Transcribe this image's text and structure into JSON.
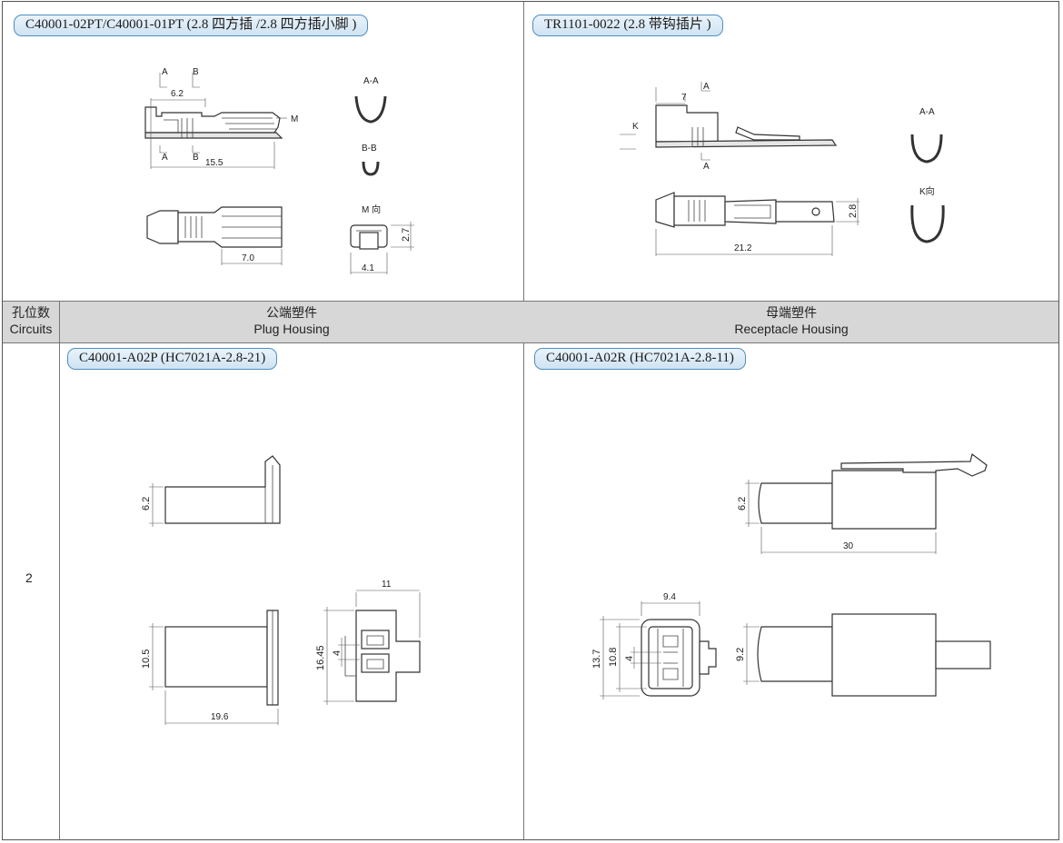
{
  "panels": {
    "top_left_title": "C40001-02PT/C40001-01PT (2.8 四方插 /2.8 四方插小脚 )",
    "top_right_title": "TR1101-0022 (2.8 带钩插片 )",
    "bottom_left_title": "C40001-A02P (HC7021A-2.8-21)",
    "bottom_right_title": "C40001-A02R (HC7021A-2.8-11)"
  },
  "header": {
    "circuits_cn": "孔位数",
    "circuits_en": "Circuits",
    "plug_cn": "公端塑件",
    "plug_en": "Plug Housing",
    "receptacle_cn": "母端塑件",
    "receptacle_en": "Receptacle Housing"
  },
  "circuits_value": "2",
  "terminal_1": {
    "section_a": "A",
    "section_b": "B",
    "dim_6_2": "6.2",
    "dim_15_5": "15.5",
    "dim_7_0": "7.0",
    "label_m": "M",
    "view_aa": "A-A",
    "view_bb": "B-B",
    "view_m": "M 向",
    "dim_2_7": "2.7",
    "dim_4_1": "4.1"
  },
  "terminal_2": {
    "section_a": "A",
    "label_k": "K",
    "dim_7": "7",
    "dim_21_2": "21.2",
    "dim_2_8": "2.8",
    "view_aa": "A-A",
    "view_k": "K向"
  },
  "plug": {
    "dim_6_2": "6.2",
    "dim_10_5": "10.5",
    "dim_19_6": "19.6",
    "dim_11": "11",
    "dim_16_45": "16.45",
    "dim_4": "4"
  },
  "receptacle": {
    "dim_6_2": "6.2",
    "dim_30": "30",
    "dim_9_4": "9.4",
    "dim_13_7": "13.7",
    "dim_10_8": "10.8",
    "dim_4": "4",
    "dim_9_2": "9.2"
  }
}
